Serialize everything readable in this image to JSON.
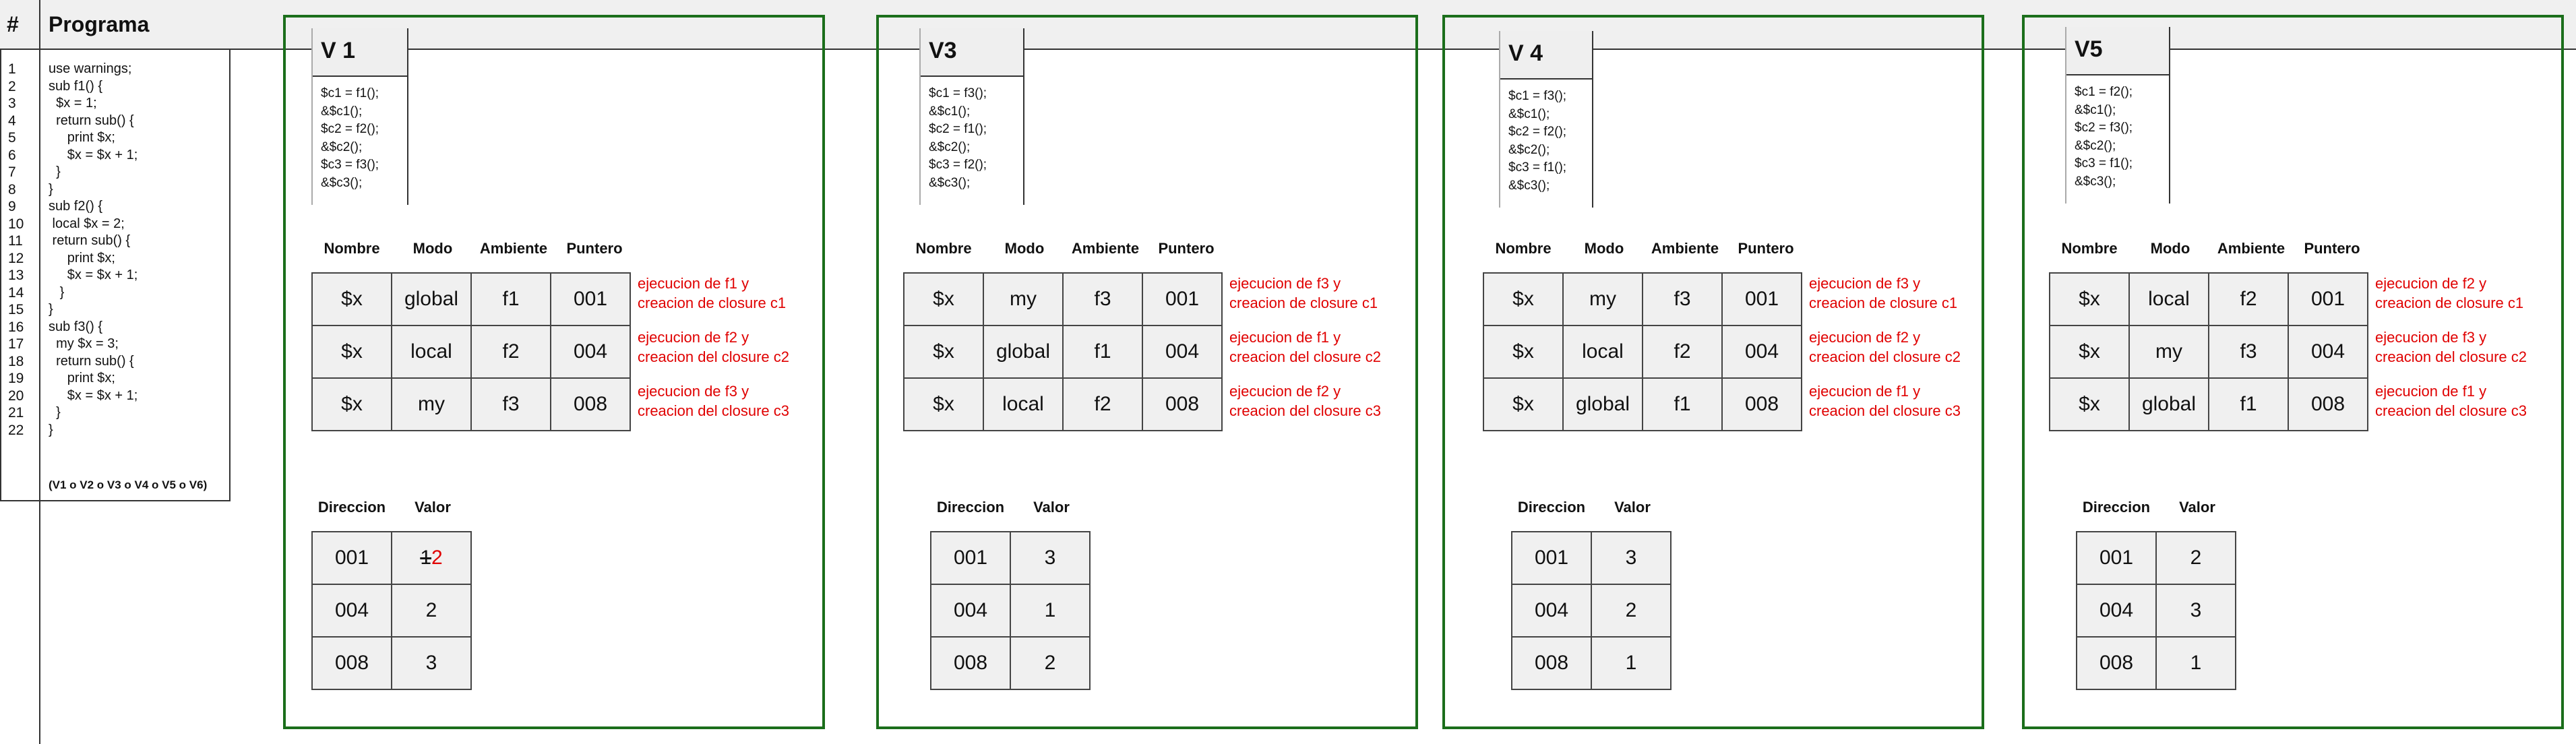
{
  "program": {
    "num_header": "#",
    "title": "Programa",
    "line_numbers": [
      "1",
      "2",
      "3",
      "4",
      "5",
      "6",
      "7",
      "8",
      "9",
      "10",
      "11",
      "12",
      "13",
      "14",
      "15",
      "16",
      "17",
      "18",
      "19",
      "20",
      "21",
      "22"
    ],
    "code": [
      "use warnings;",
      "sub f1() {",
      "  $x = 1;",
      "  return sub() {",
      "     print $x;",
      "     $x = $x + 1;",
      "  }",
      "}",
      "sub f2() {",
      " local $x = 2;",
      " return sub() {",
      "     print $x;",
      "     $x = $x + 1;",
      "   }",
      "}",
      "sub f3() {",
      "  my $x = 3;",
      "  return sub() {",
      "     print $x;",
      "     $x = $x + 1;",
      "  }",
      "}"
    ],
    "note": "(V1 o V2 o V3 o V4 o V5 o V6)"
  },
  "versions": [
    {
      "title": "V 1",
      "code": [
        "$c1 = f1();",
        "&$c1();",
        "$c2 = f2();",
        "&$c2();",
        "$c3 = f3();",
        "&$c3();"
      ],
      "headers": [
        "Nombre",
        "Modo",
        "Ambiente",
        "Puntero"
      ],
      "rows": [
        [
          "$x",
          "global",
          "f1",
          "001"
        ],
        [
          "$x",
          "local",
          "f2",
          "004"
        ],
        [
          "$x",
          "my",
          "f3",
          "008"
        ]
      ],
      "annotations": [
        [
          "ejecucion de f1 y",
          "creacion de closure c1"
        ],
        [
          "ejecucion de f2 y",
          "creacion del closure c2"
        ],
        [
          "ejecucion de f3 y",
          "creacion del closure c3"
        ]
      ],
      "mem_headers": [
        "Direccion",
        "Valor"
      ],
      "mem_rows": [
        [
          "001",
          "1",
          "2"
        ],
        [
          "004",
          "2",
          ""
        ],
        [
          "008",
          "3",
          ""
        ]
      ]
    },
    {
      "title": "V3",
      "code": [
        "$c1 = f3();",
        "&$c1();",
        "$c2 = f1();",
        "&$c2();",
        "$c3 = f2();",
        "&$c3();"
      ],
      "headers": [
        "Nombre",
        "Modo",
        "Ambiente",
        "Puntero"
      ],
      "rows": [
        [
          "$x",
          "my",
          "f3",
          "001"
        ],
        [
          "$x",
          "global",
          "f1",
          "004"
        ],
        [
          "$x",
          "local",
          "f2",
          "008"
        ]
      ],
      "annotations": [
        [
          "ejecucion de f3 y",
          "creacion de closure c1"
        ],
        [
          "ejecucion de f1 y",
          "creacion del closure c2"
        ],
        [
          "ejecucion de f2 y",
          "creacion del closure c3"
        ]
      ],
      "mem_headers": [
        "Direccion",
        "Valor"
      ],
      "mem_rows": [
        [
          "001",
          "3"
        ],
        [
          "004",
          "1"
        ],
        [
          "008",
          "2"
        ]
      ]
    },
    {
      "title": "V 4",
      "code": [
        "$c1 = f3();",
        "&$c1();",
        "$c2 = f2();",
        "&$c2();",
        "$c3 = f1();",
        "&$c3();"
      ],
      "headers": [
        "Nombre",
        "Modo",
        "Ambiente",
        "Puntero"
      ],
      "rows": [
        [
          "$x",
          "my",
          "f3",
          "001"
        ],
        [
          "$x",
          "local",
          "f2",
          "004"
        ],
        [
          "$x",
          "global",
          "f1",
          "008"
        ]
      ],
      "annotations": [
        [
          "ejecucion de f3 y",
          "creacion de closure c1"
        ],
        [
          "ejecucion de f2 y",
          "creacion del closure c2"
        ],
        [
          "ejecucion de f1 y",
          "creacion del closure c3"
        ]
      ],
      "mem_headers": [
        "Direccion",
        "Valor"
      ],
      "mem_rows": [
        [
          "001",
          "3"
        ],
        [
          "004",
          "2"
        ],
        [
          "008",
          "1"
        ]
      ]
    },
    {
      "title": "V5",
      "code": [
        "$c1 = f2();",
        "&$c1();",
        "$c2 = f3();",
        "&$c2();",
        "$c3 = f1();",
        "&$c3();"
      ],
      "headers": [
        "Nombre",
        "Modo",
        "Ambiente",
        "Puntero"
      ],
      "rows": [
        [
          "$x",
          "local",
          "f2",
          "001"
        ],
        [
          "$x",
          "my",
          "f3",
          "004"
        ],
        [
          "$x",
          "global",
          "f1",
          "008"
        ]
      ],
      "annotations": [
        [
          "ejecucion de f2 y",
          "creacion de closure c1"
        ],
        [
          "ejecucion de f3 y",
          "creacion del closure c2"
        ],
        [
          "ejecucion de f1 y",
          "creacion del closure c3"
        ]
      ],
      "mem_headers": [
        "Direccion",
        "Valor"
      ],
      "mem_rows": [
        [
          "001",
          "2"
        ],
        [
          "004",
          "3"
        ],
        [
          "008",
          "1"
        ]
      ]
    }
  ],
  "colors": {
    "panel_border": "#1b6e1b",
    "annotation": "#e00000",
    "cell_bg": "#f0f0f0"
  }
}
